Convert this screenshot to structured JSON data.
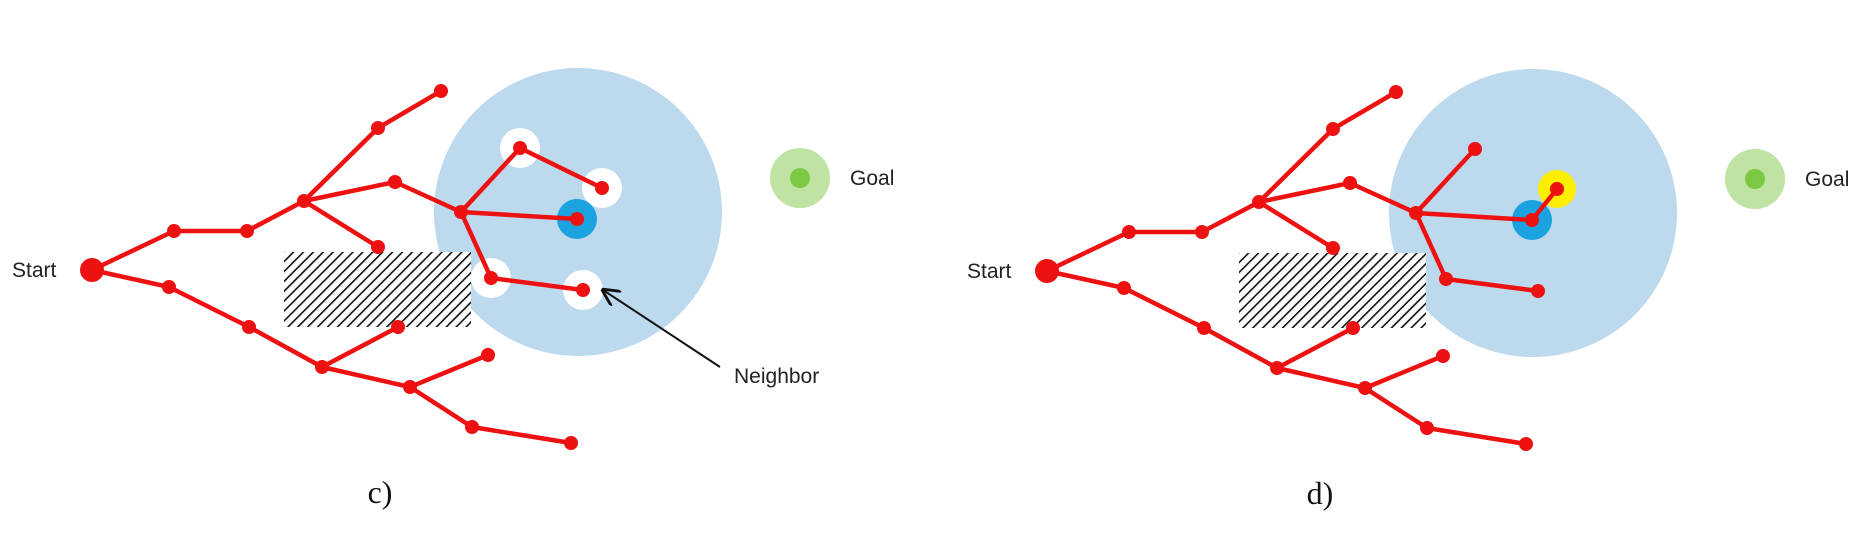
{
  "panels": [
    {
      "caption": "c)",
      "start_label": "Start",
      "goal_label": "Goal",
      "neighbor_label": "Neighbor"
    },
    {
      "caption": "d)",
      "start_label": "Start",
      "goal_label": "Goal"
    }
  ],
  "colors": {
    "tree": "#ee1111",
    "search_radius": "#bcd9ee",
    "new_node": "#1aa3e0",
    "neighbor_ring": "#ffffff",
    "chosen_parent": "#ffee00",
    "goal_outer": "#bfe3a2",
    "goal_inner": "#7cc943",
    "obstacle_hatch": "#111111"
  }
}
